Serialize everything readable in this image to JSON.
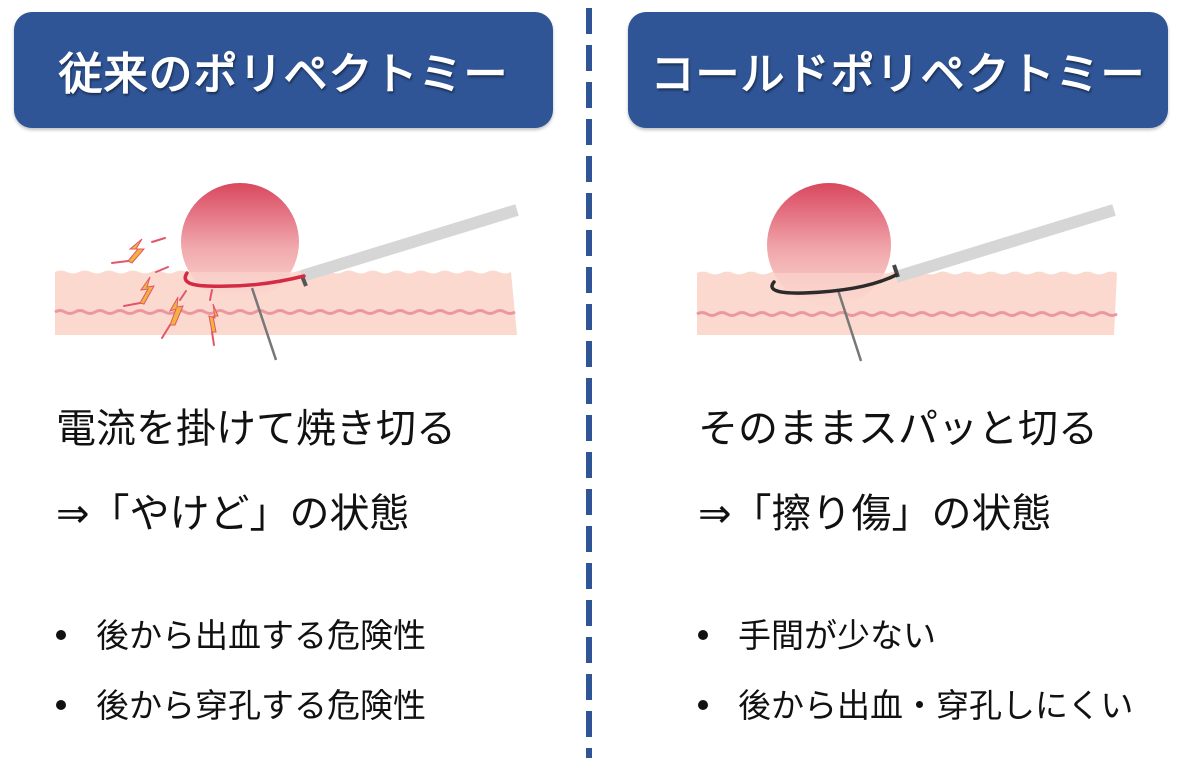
{
  "colors": {
    "header_bg": "#2F5597",
    "header_text": "#FFFFFF",
    "divider": "#2F5597",
    "tissue": "#FBD9CF",
    "tissue_line": "#E88A95",
    "polyp_top": "#D9475E",
    "polyp_bottom": "#FBD9CF",
    "snare_hot": "#D42A45",
    "snare_cold": "#2B2B2B",
    "sheath": "#D6D6D6",
    "spark": "#F2B33D"
  },
  "left": {
    "title": "従来のポリペクトミー",
    "illustration": "hot-snare-polyp-icon",
    "line1": "電流を掛けて焼き切る",
    "line2": "⇒「やけど」の状態",
    "bullets": [
      "後から出血する危険性",
      "後から穿孔する危険性"
    ]
  },
  "right": {
    "title": "コールドポリペクトミー",
    "illustration": "cold-snare-polyp-icon",
    "line1": "そのままスパッと切る",
    "line2": "⇒「擦り傷」の状態",
    "bullets": [
      "手間が少ない",
      "後から出血・穿孔しにくい"
    ]
  }
}
